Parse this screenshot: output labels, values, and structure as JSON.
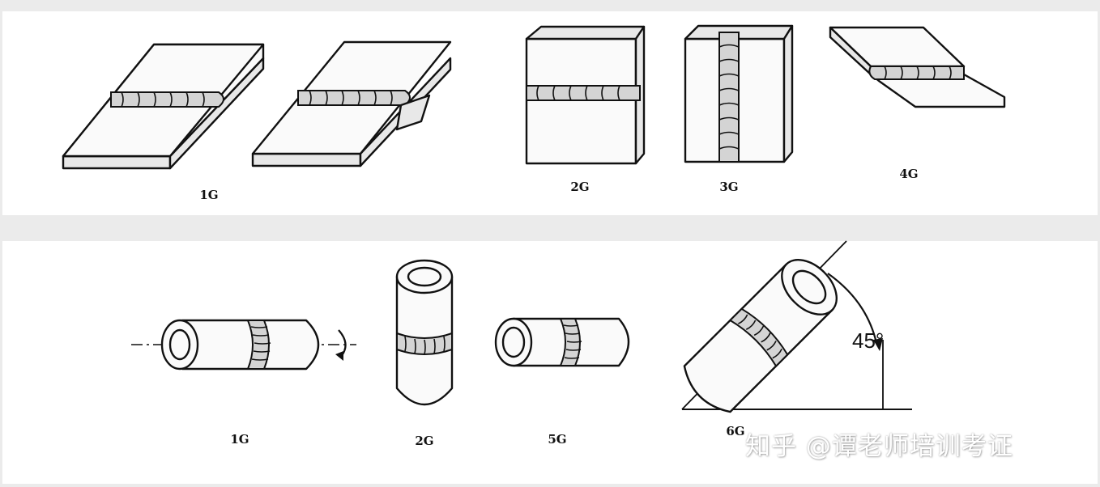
{
  "plate_positions": {
    "labels": [
      "1G",
      "2G",
      "3G",
      "4G"
    ]
  },
  "pipe_positions": {
    "labels": [
      "1G",
      "2G",
      "5G",
      "6G"
    ],
    "angle_label": "45°"
  },
  "watermark": {
    "text": "知乎 @谭老师培训考证"
  },
  "colors": {
    "background": "#ebebeb",
    "panel": "#ffffff",
    "ink": "#111111"
  }
}
